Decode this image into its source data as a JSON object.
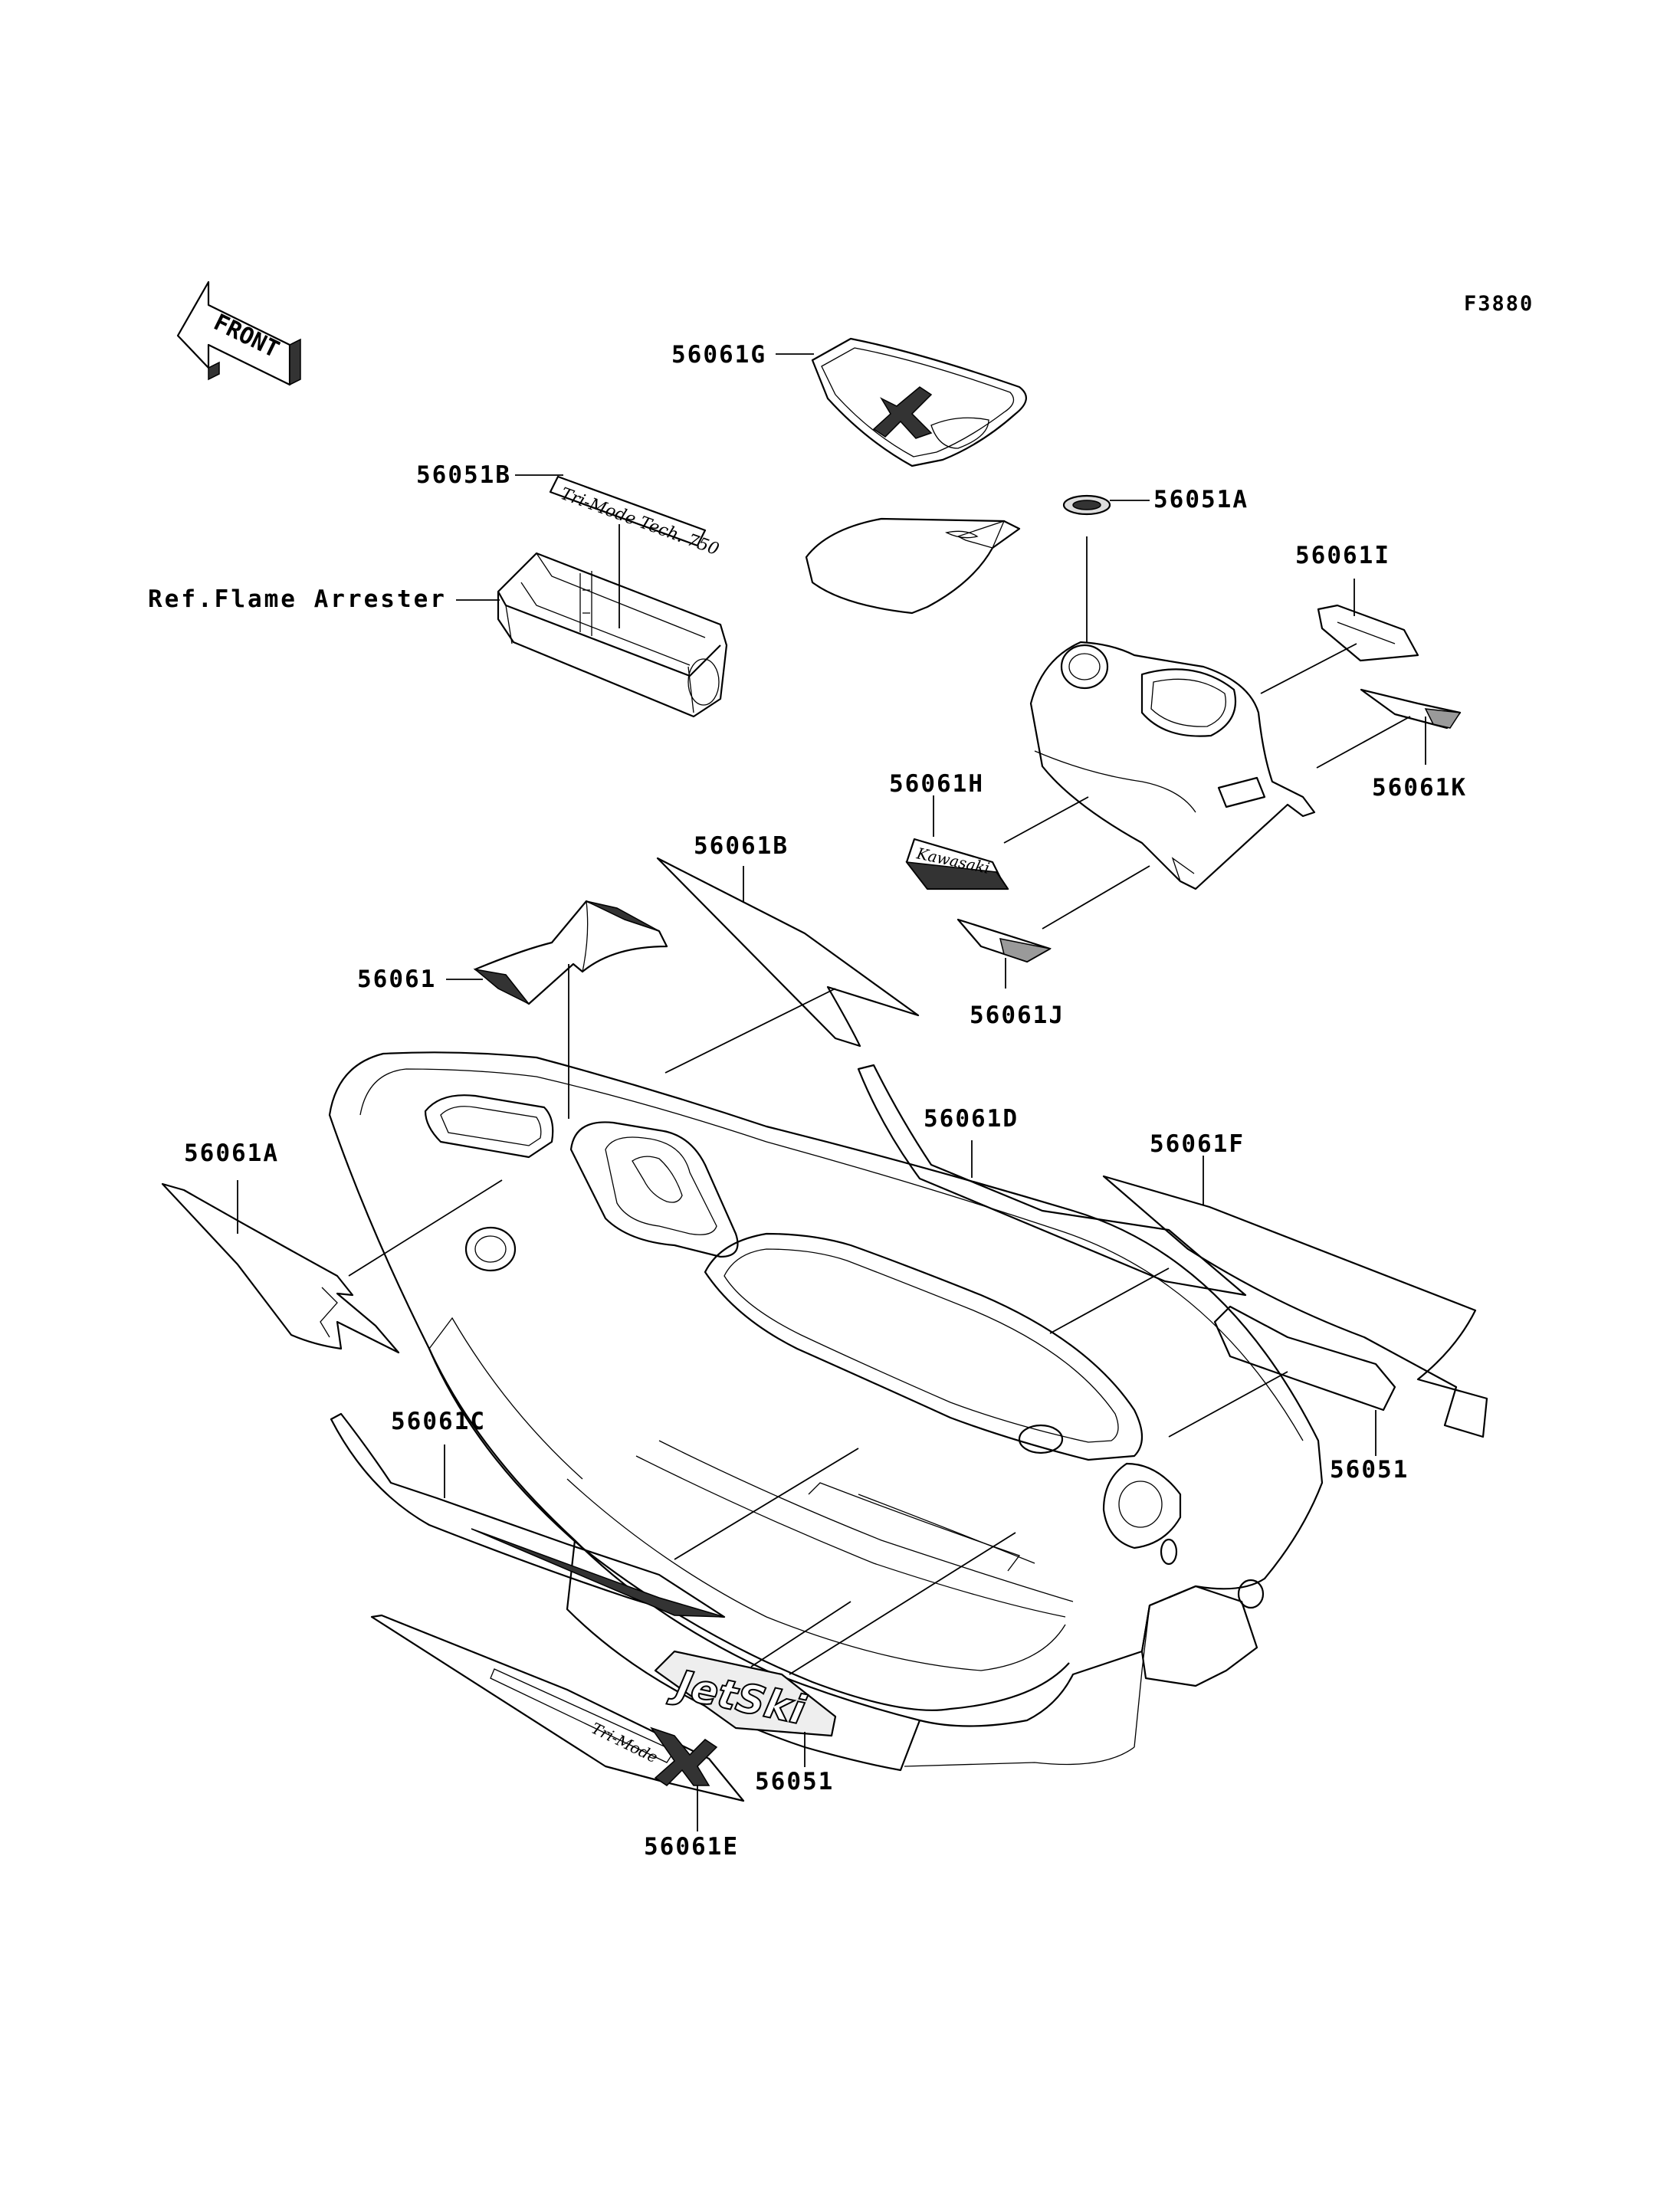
{
  "figure_code": "F3880",
  "front_marker": "FRONT",
  "labels": {
    "p56061G": "56061G",
    "p56051B": "56051B",
    "p56051A": "56051A",
    "ref_flame_arrester": "Ref.Flame Arrester",
    "p56061I": "56061I",
    "p56061K": "56061K",
    "p56061H": "56061H",
    "p56061B": "56061B",
    "p56061": "56061",
    "p56061J": "56061J",
    "p56061D": "56061D",
    "p56061F": "56061F",
    "p56061A": "56061A",
    "p56061C": "56061C",
    "p56051_right": "56051",
    "p56051_bottom": "56051",
    "p56061E": "56061E"
  }
}
